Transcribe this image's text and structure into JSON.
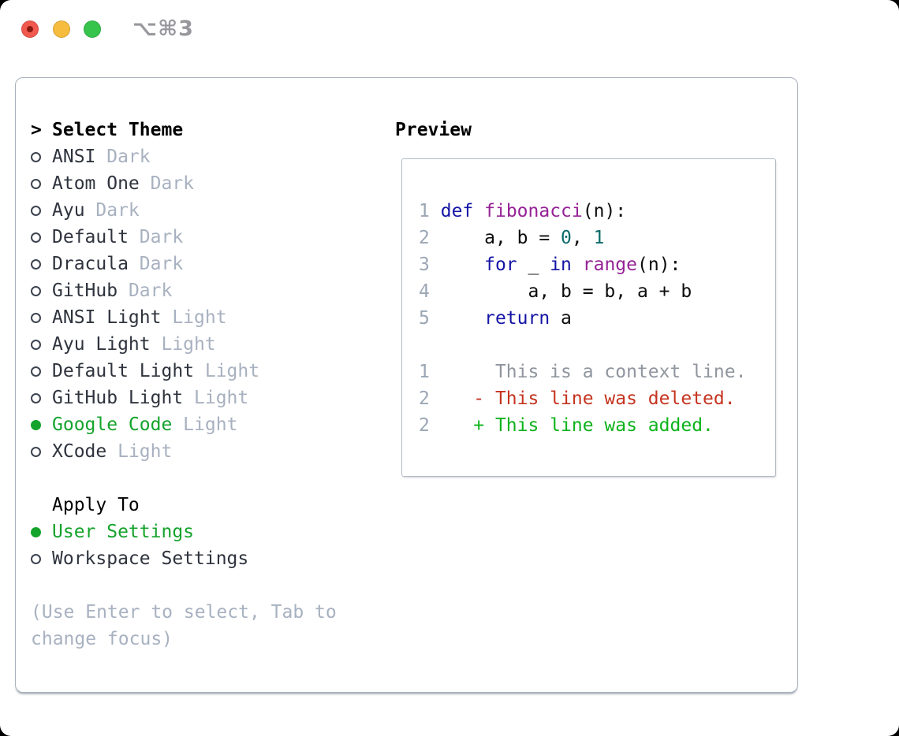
{
  "titlebar": {
    "shortcut": "⌥⌘3",
    "buttons": [
      "close",
      "minimize",
      "zoom"
    ]
  },
  "colors": {
    "tl_red": "#f2594e",
    "tl_red_dot": "#8c1911",
    "tl_yellow": "#f6bc3e",
    "tl_green": "#37c44c",
    "shortcut_gray": "#98989d",
    "box_border": "#a8b1bc",
    "pbox_border": "#b3bac4",
    "selected_green": "#14a32b",
    "item_text": "#2e333d",
    "muted_gray": "#a8b1c0",
    "line_number": "#9ba6b5",
    "keyword_blue": "#1414a5",
    "function_purple": "#962296",
    "literal_teal": "#0b6a6a",
    "context_gray": "#8f959e",
    "diff_red": "#c5341f",
    "diff_green": "#0db31b"
  },
  "left": {
    "prompt": ">",
    "title": "Select Theme",
    "themes": [
      {
        "name": "ANSI",
        "variant": "Dark",
        "selected": false
      },
      {
        "name": "Atom One",
        "variant": "Dark",
        "selected": false
      },
      {
        "name": "Ayu",
        "variant": "Dark",
        "selected": false
      },
      {
        "name": "Default",
        "variant": "Dark",
        "selected": false
      },
      {
        "name": "Dracula",
        "variant": "Dark",
        "selected": false
      },
      {
        "name": "GitHub",
        "variant": "Dark",
        "selected": false
      },
      {
        "name": "ANSI Light",
        "variant": "Light",
        "selected": false
      },
      {
        "name": "Ayu Light",
        "variant": "Light",
        "selected": false
      },
      {
        "name": "Default Light",
        "variant": "Light",
        "selected": false
      },
      {
        "name": "GitHub Light",
        "variant": "Light",
        "selected": false
      },
      {
        "name": "Google Code",
        "variant": "Light",
        "selected": true
      },
      {
        "name": "XCode",
        "variant": "Light",
        "selected": false
      }
    ],
    "apply_to": {
      "label": "Apply To",
      "options": [
        {
          "name": "User Settings",
          "selected": true
        },
        {
          "name": "Workspace Settings",
          "selected": false
        }
      ]
    },
    "hint_lines": [
      "(Use Enter to select, Tab to",
      "change focus)"
    ]
  },
  "preview": {
    "title": "Preview",
    "lines": [
      {
        "kind": "code",
        "tokens": [
          [
            "num",
            "1"
          ],
          [
            "pln",
            " "
          ],
          [
            "kwd",
            "def"
          ],
          [
            "pln",
            " "
          ],
          [
            "typ",
            "fibonacci"
          ],
          [
            "pln",
            "(n):"
          ]
        ]
      },
      {
        "kind": "code",
        "tokens": [
          [
            "num",
            "2"
          ],
          [
            "pln",
            "     a, b = "
          ],
          [
            "lit",
            "0"
          ],
          [
            "pln",
            ", "
          ],
          [
            "lit",
            "1"
          ]
        ]
      },
      {
        "kind": "code",
        "tokens": [
          [
            "num",
            "3"
          ],
          [
            "pln",
            "     "
          ],
          [
            "kwd",
            "for"
          ],
          [
            "pln",
            " _ "
          ],
          [
            "kwd",
            "in"
          ],
          [
            "pln",
            " "
          ],
          [
            "typ",
            "range"
          ],
          [
            "pln",
            "(n):"
          ]
        ]
      },
      {
        "kind": "code",
        "tokens": [
          [
            "num",
            "4"
          ],
          [
            "pln",
            "         a, b = b, a + b"
          ]
        ]
      },
      {
        "kind": "code",
        "tokens": [
          [
            "num",
            "5"
          ],
          [
            "pln",
            "     "
          ],
          [
            "kwd",
            "return"
          ],
          [
            "pln",
            " a"
          ]
        ]
      },
      {
        "kind": "blank",
        "tokens": []
      },
      {
        "kind": "diff-context",
        "tokens": [
          [
            "num",
            "1"
          ],
          [
            "ctx",
            "      This is a context line."
          ]
        ]
      },
      {
        "kind": "diff-deleted",
        "tokens": [
          [
            "num",
            "2"
          ],
          [
            "pln",
            "    "
          ],
          [
            "del",
            "- This line was deleted."
          ]
        ]
      },
      {
        "kind": "diff-added",
        "tokens": [
          [
            "num",
            "2"
          ],
          [
            "pln",
            "    "
          ],
          [
            "add",
            "+ This line was added."
          ]
        ]
      }
    ]
  }
}
